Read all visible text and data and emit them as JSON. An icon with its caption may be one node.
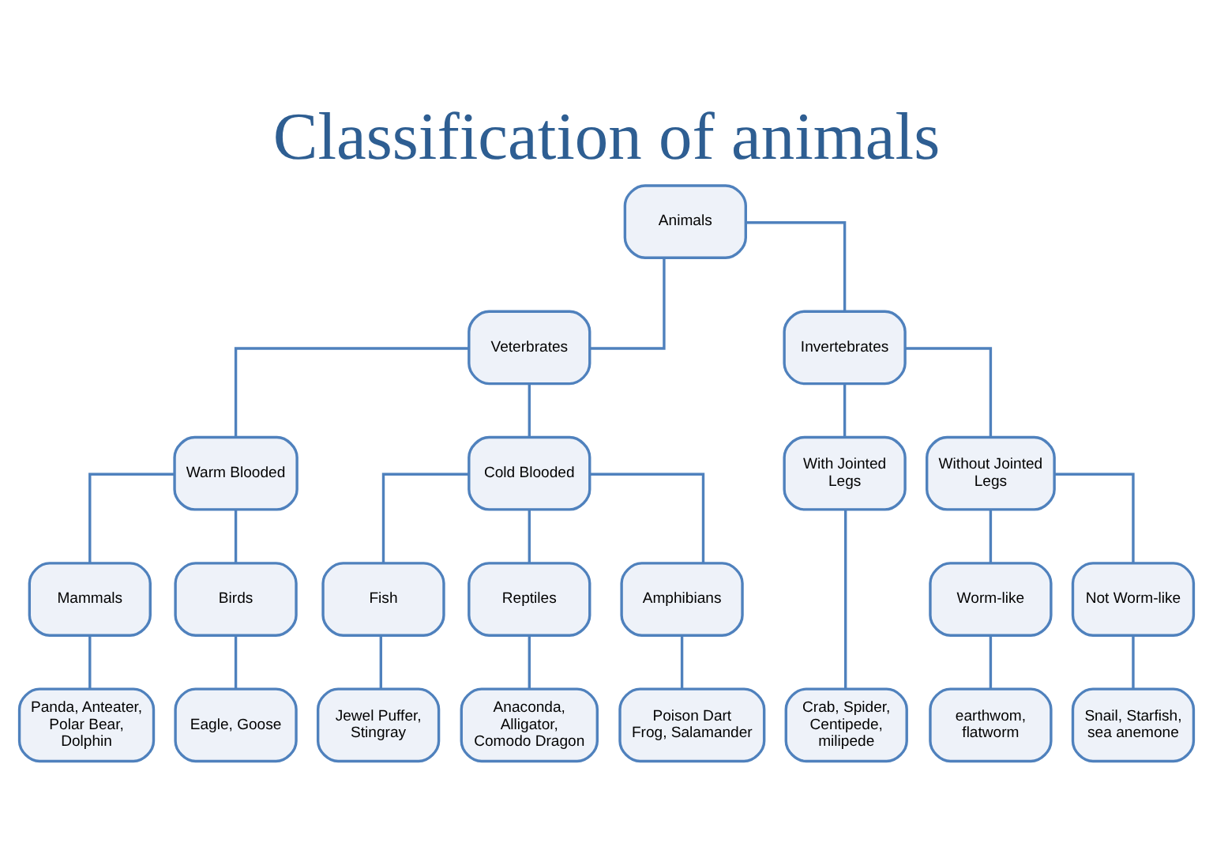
{
  "diagram": {
    "title": "Classification of animals",
    "nodes": [
      {
        "text": [
          "Animals"
        ]
      },
      {
        "text": [
          "Veterbrates"
        ]
      },
      {
        "text": [
          "Invertebrates"
        ]
      },
      {
        "text": [
          "Warm Blooded"
        ]
      },
      {
        "text": [
          "Cold Blooded"
        ]
      },
      {
        "text": [
          "With Jointed Legs"
        ]
      },
      {
        "text": [
          "Without Jointed Legs"
        ]
      },
      {
        "text": [
          "Mammals"
        ]
      },
      {
        "text": [
          "Birds"
        ]
      },
      {
        "text": [
          "Fish"
        ]
      },
      {
        "text": [
          "Reptiles"
        ]
      },
      {
        "text": [
          "Amphibians"
        ]
      },
      {
        "text": [
          "Worm-like"
        ]
      },
      {
        "text": [
          "Not Worm-like"
        ]
      },
      {
        "text": [
          "Panda, Anteater, Polar Bear, Dolphin"
        ]
      },
      {
        "text": [
          "Eagle, Goose"
        ]
      },
      {
        "text": [
          "Jewel Puffer, Stingray"
        ]
      },
      {
        "text": [
          "Anaconda, Alligator, Comodo Dragon"
        ]
      },
      {
        "text": [
          "Poison Dart Frog, Salamander"
        ]
      },
      {
        "text": [
          "Crab, Spider, Centipede, milipede"
        ]
      },
      {
        "text": [
          "earthwom, flatworm"
        ]
      },
      {
        "text": [
          "Snail, Starfish, sea anemone"
        ]
      }
    ],
    "edges": [
      {
        "from": 0,
        "to": 1,
        "arrow": "none"
      },
      {
        "from": 0,
        "to": 2,
        "arrow": "none"
      },
      {
        "from": 1,
        "to": 3,
        "arrow": "none"
      },
      {
        "from": 1,
        "to": 4,
        "arrow": "none"
      },
      {
        "from": 2,
        "to": 5,
        "arrow": "none"
      },
      {
        "from": 2,
        "to": 6,
        "arrow": "none"
      },
      {
        "from": 3,
        "to": 7,
        "arrow": "none"
      },
      {
        "from": 3,
        "to": 8,
        "arrow": "none"
      },
      {
        "from": 4,
        "to": 9,
        "arrow": "none"
      },
      {
        "from": 4,
        "to": 10,
        "arrow": "none"
      },
      {
        "from": 4,
        "to": 11,
        "arrow": "none"
      },
      {
        "from": 6,
        "to": 12,
        "arrow": "none"
      },
      {
        "from": 6,
        "to": 13,
        "arrow": "none"
      },
      {
        "from": 7,
        "to": 14,
        "arrow": "none"
      },
      {
        "from": 8,
        "to": 15,
        "arrow": "none"
      },
      {
        "from": 9,
        "to": 16,
        "arrow": "none"
      },
      {
        "from": 10,
        "to": 17,
        "arrow": "none"
      },
      {
        "from": 11,
        "to": 18,
        "arrow": "none"
      },
      {
        "from": 5,
        "to": 19,
        "arrow": "none"
      },
      {
        "from": 12,
        "to": 20,
        "arrow": "none"
      },
      {
        "from": 13,
        "to": 21,
        "arrow": "none"
      }
    ]
  }
}
